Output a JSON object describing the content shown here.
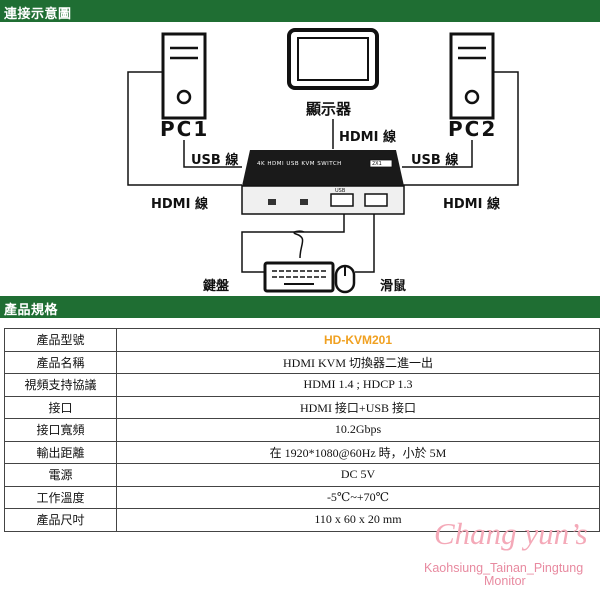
{
  "sections": {
    "connection_title": "連接示意圖",
    "spec_title": "產品規格"
  },
  "diagram": {
    "pc1": "PC1",
    "pc2": "PC2",
    "display": "顯示器",
    "hdmi_display": "HDMI 線",
    "usb_left": "USB 線",
    "usb_right": "USB 線",
    "hdmi_left": "HDMI 線",
    "hdmi_right": "HDMI 線",
    "keyboard": "鍵盤",
    "mouse": "滑鼠",
    "switch_top_text": "4K HDMI USB KVM SWITCH",
    "switch_badge": "2X1",
    "port_label": "USB"
  },
  "specs": [
    {
      "key": "產品型號",
      "value": "HD-KVM201"
    },
    {
      "key": "產品名稱",
      "value": "HDMI KVM  切換器二進一出"
    },
    {
      "key": "視頻支持協議",
      "value": "HDMI 1.4 ; HDCP 1.3"
    },
    {
      "key": "接口",
      "value": "HDMI  接口+USB  接口"
    },
    {
      "key": "接口寬頻",
      "value": "10.2Gbps"
    },
    {
      "key": "輸出距離",
      "value": "在 1920*1080@60Hz  時，小於  5M"
    },
    {
      "key": "電源",
      "value": "DC 5V"
    },
    {
      "key": "工作溫度",
      "value": "-5℃~+70℃"
    },
    {
      "key": "產品尺吋",
      "value": "110 x 60 x 20 mm"
    }
  ],
  "watermark": {
    "title": "Chang yun’s",
    "line1": "Kaohsiung_Tainan_Pingtung",
    "line2": "Monitor"
  }
}
